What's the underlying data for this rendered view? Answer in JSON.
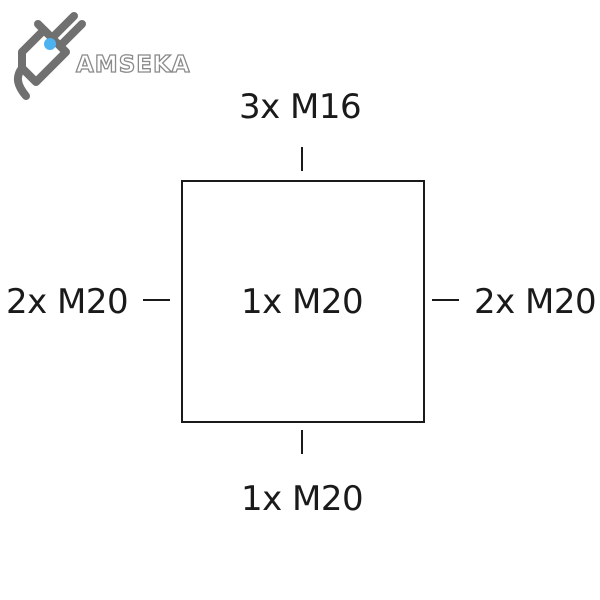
{
  "logo": {
    "text": "AMSEKA",
    "plug_color": "#707070",
    "dot_color": "#4db3f0"
  },
  "diagram": {
    "top": "3x M16",
    "left": "2x M20",
    "center": "1x M20",
    "right": "2x M20",
    "bottom": "1x M20",
    "line_color": "#1a1a1a"
  }
}
